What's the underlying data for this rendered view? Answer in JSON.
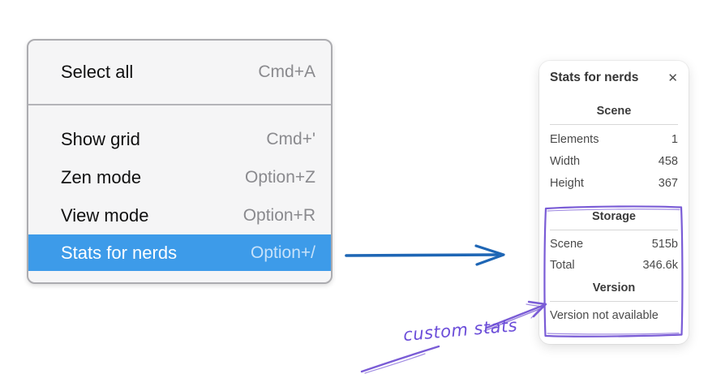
{
  "context_menu": {
    "items": [
      {
        "label": "Select all",
        "shortcut": "Cmd+A",
        "highlighted": false
      },
      {
        "label": "Show grid",
        "shortcut": "Cmd+'",
        "highlighted": false
      },
      {
        "label": "Zen mode",
        "shortcut": "Option+Z",
        "highlighted": false
      },
      {
        "label": "View mode",
        "shortcut": "Option+R",
        "highlighted": false
      },
      {
        "label": "Stats for nerds",
        "shortcut": "Option+/",
        "highlighted": true
      }
    ],
    "divider_after": "Select all",
    "highlight_color": "#3d9be9"
  },
  "stats_panel": {
    "title": "Stats for nerds",
    "close_icon": "✕",
    "sections": [
      {
        "heading": "Scene",
        "rows": [
          {
            "label": "Elements",
            "value": "1"
          },
          {
            "label": "Width",
            "value": "458"
          },
          {
            "label": "Height",
            "value": "367"
          }
        ]
      },
      {
        "heading": "Storage",
        "rows": [
          {
            "label": "Scene",
            "value": "515b"
          },
          {
            "label": "Total",
            "value": "346.6k"
          }
        ]
      },
      {
        "heading": "Version",
        "note": "Version not available"
      }
    ]
  },
  "annotation": {
    "label": "custom stats",
    "color": "#7a5cd6"
  },
  "flow_arrow_color": "#1e66b5"
}
